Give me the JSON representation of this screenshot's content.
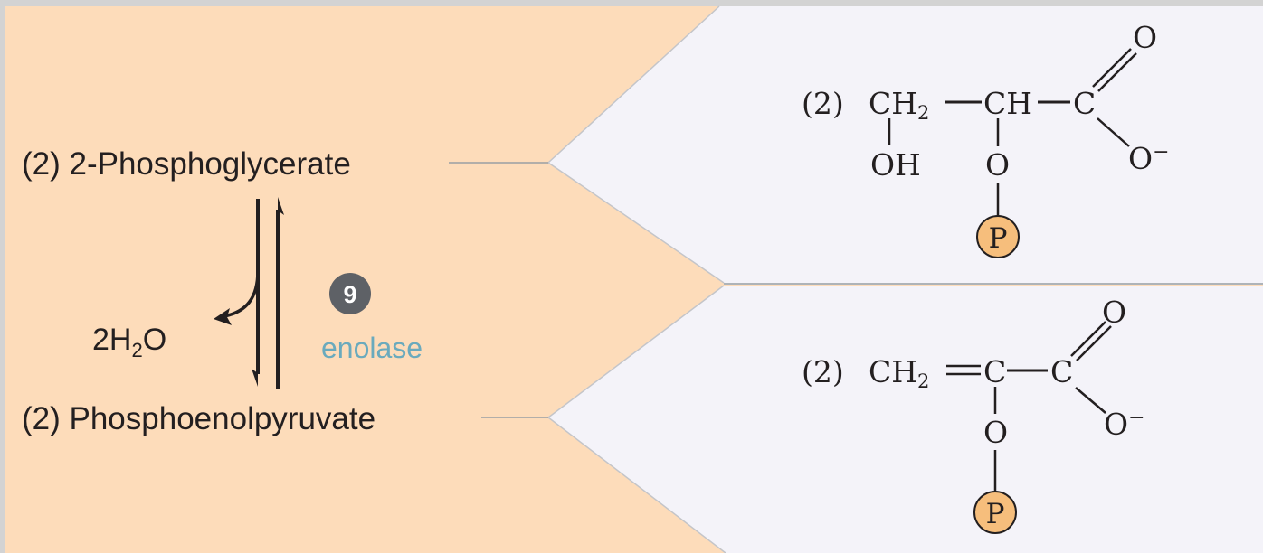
{
  "reaction": {
    "substrate_label": "(2) 2-Phosphoglycerate",
    "product_label": "(2) Phosphoenolpyruvate",
    "water": {
      "prefix": "2H",
      "subscript": "2",
      "suffix": "O"
    },
    "step_number": "9",
    "enzyme": "enolase"
  },
  "structures": {
    "top": {
      "coefficient": "(2)",
      "ch2": "CH",
      "ch2_sub": "2",
      "dash1": "—",
      "ch": "CH",
      "dash2": "—",
      "carboxyl_c": "C",
      "oxo": "O",
      "oxide": "O",
      "charge": "−",
      "hydroxyl": "OH",
      "ester_o": "O",
      "phosphate": "P"
    },
    "bottom": {
      "coefficient": "(2)",
      "ch2": "CH",
      "ch2_sub": "2",
      "double_bond": "=",
      "c2": "C",
      "dash": "—",
      "carboxyl_c": "C",
      "oxo": "O",
      "oxide": "O",
      "charge": "−",
      "ester_o": "O",
      "phosphate": "P"
    }
  },
  "colors": {
    "left_panel": "#fddcba",
    "right_panel": "#f4f3f9",
    "frame": "#d3d3d3",
    "divider": "#aeb3b8",
    "badge": "#5e6166",
    "enzyme_text": "#6aaabd",
    "phosphate_fill": "#f6be7c",
    "ink": "#231f20"
  }
}
